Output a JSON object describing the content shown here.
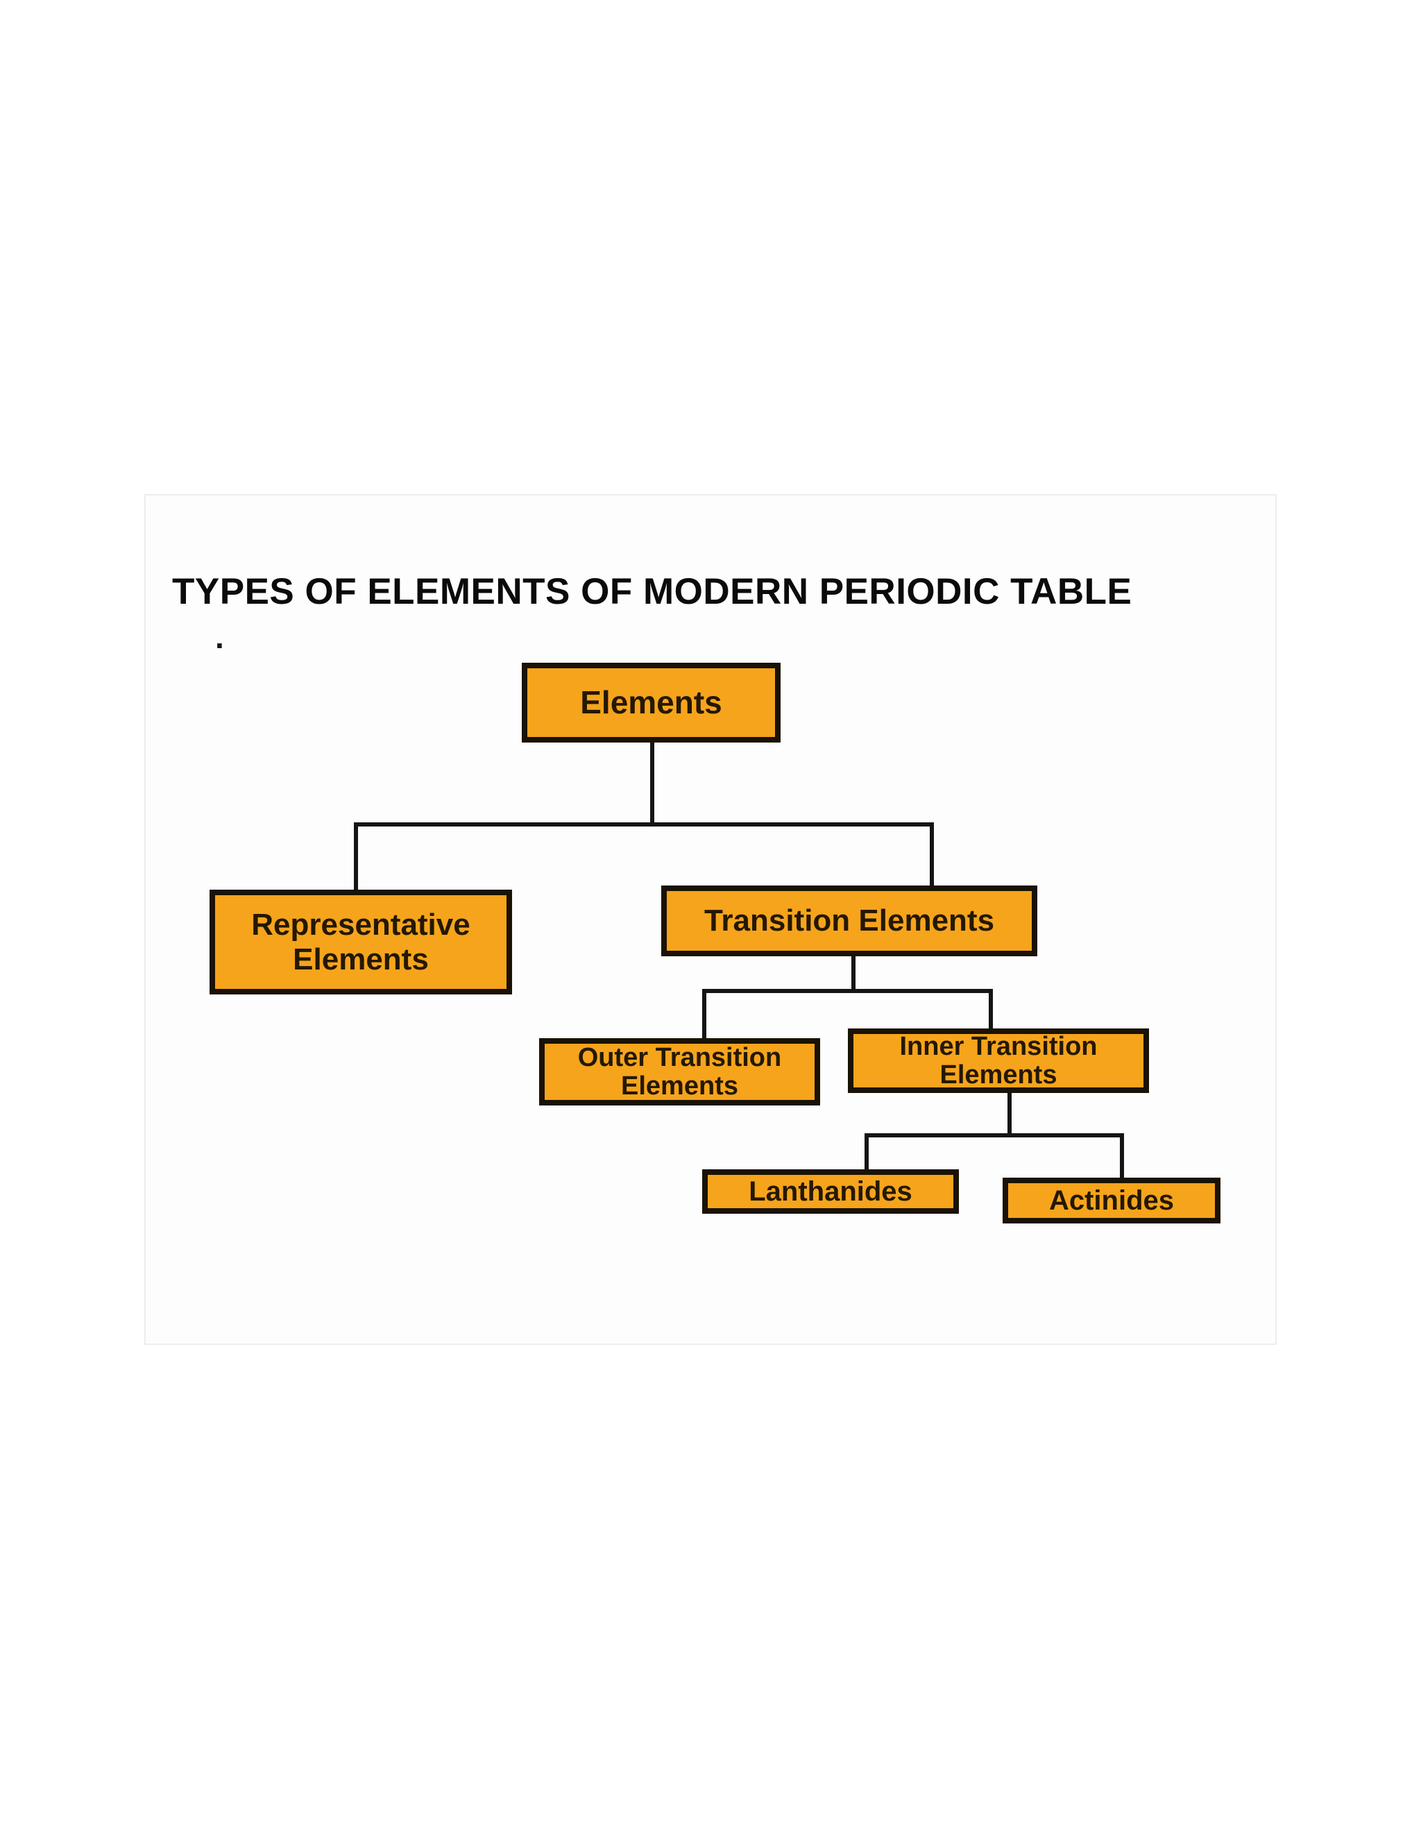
{
  "title": {
    "text": "TYPES OF ELEMENTS OF MODERN PERIODIC TABLE",
    "color": "#0B0B0B"
  },
  "stray_mark": ".",
  "style": {
    "box_fill": "#F6A41C",
    "box_border": "#1A1205",
    "box_text": "#241803",
    "connector": "#151515",
    "slide_background": "#FEFDFE",
    "slide_border": "#ECECF0",
    "page_background": "#FFFFFF"
  },
  "nodes": {
    "elements": {
      "label": "Elements"
    },
    "representative": {
      "line1": "Representative",
      "line2": "Elements"
    },
    "transition": {
      "label": "Transition Elements"
    },
    "outer": {
      "line1": "Outer Transition",
      "line2": "Elements"
    },
    "inner": {
      "line1": "Inner Transition",
      "line2": "Elements"
    },
    "lanthanides": {
      "label": "Lanthanides"
    },
    "actinides": {
      "label": "Actinides"
    }
  },
  "hierarchy": {
    "root": "Elements",
    "children": [
      {
        "name": "Representative Elements",
        "children": []
      },
      {
        "name": "Transition Elements",
        "children": [
          {
            "name": "Outer Transition Elements",
            "children": []
          },
          {
            "name": "Inner Transition Elements",
            "children": [
              {
                "name": "Lanthanides",
                "children": []
              },
              {
                "name": "Actinides",
                "children": []
              }
            ]
          }
        ]
      }
    ]
  }
}
